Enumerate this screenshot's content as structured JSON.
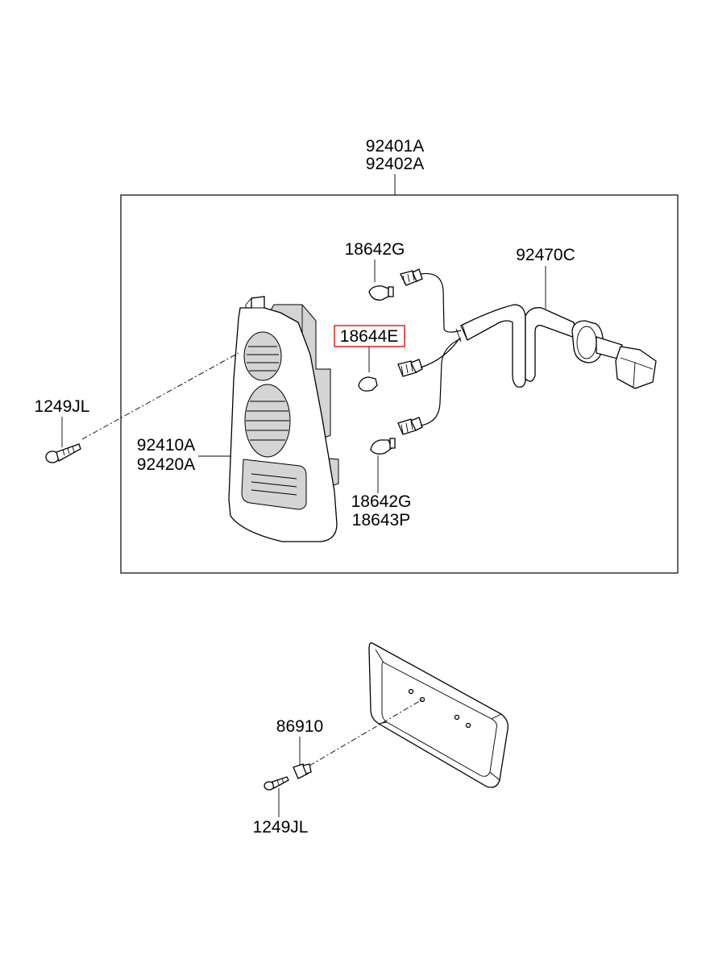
{
  "assembly": {
    "label_top": "92401A",
    "label_bottom": "92402A"
  },
  "callouts": {
    "bulb_top": "18642G",
    "bulb_highlighted": "18644E",
    "wiring": "92470C",
    "screw_upper": "1249JL",
    "lens_top": "92410A",
    "lens_bottom": "92420A",
    "bulb_bottom_top": "18642G",
    "bulb_bottom_bottom": "18643P",
    "grommet": "86910",
    "screw_lower": "1249JL"
  },
  "colors": {
    "highlight": "#e0302c",
    "line": "#000000"
  }
}
